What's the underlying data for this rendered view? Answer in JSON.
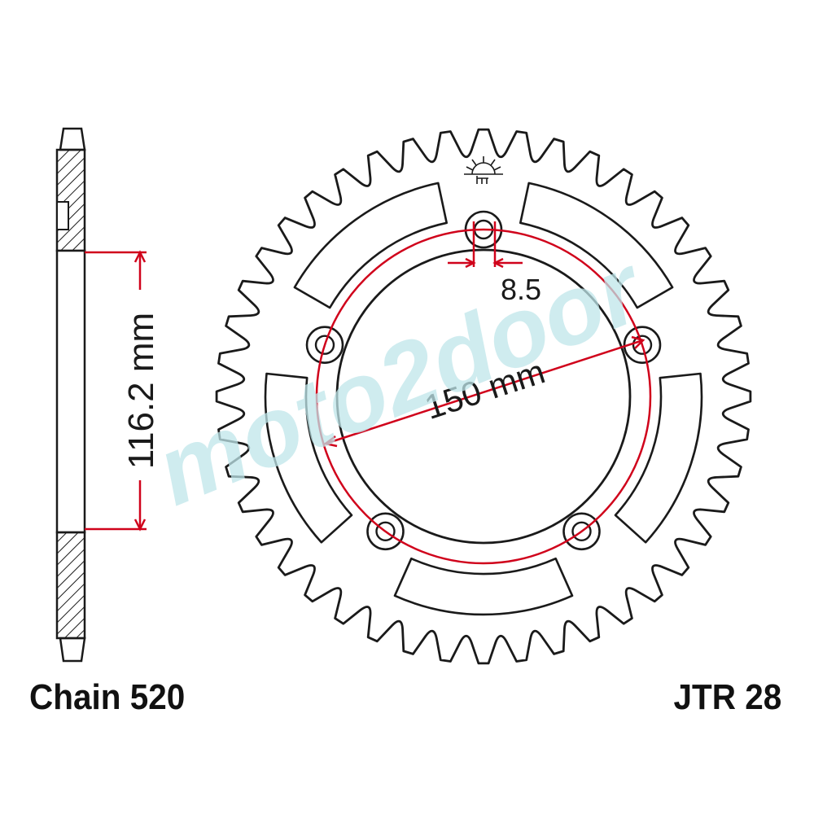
{
  "labels": {
    "chain": "Chain 520",
    "part_number": "JTR 28"
  },
  "dimensions": {
    "hub_diameter": "116.2 mm",
    "pcd": "150 mm",
    "bolt_hole": "8.5"
  },
  "watermark": "moto2door",
  "colors": {
    "outline": "#1a1a1a",
    "dimension": "#d0021b",
    "hatch": "#1a1a1a",
    "watermark": "#bfe6ea"
  },
  "icons": {
    "logo": "crown-logo-icon"
  }
}
